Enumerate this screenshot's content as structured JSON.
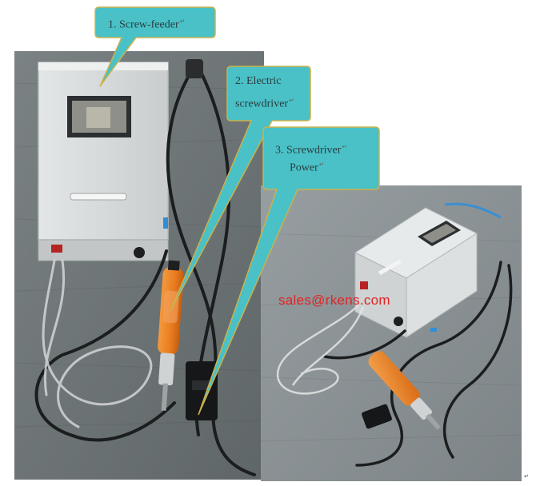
{
  "callouts": {
    "screw_feeder": "1. Screw-feeder",
    "electric_screwdriver_line1": "2.      Electric",
    "electric_screwdriver_line2": "screwdriver",
    "screwdriver_power_line1": "3. Screwdriver",
    "screwdriver_power_line2": "Power"
  },
  "return_mark": "↵",
  "watermark": "sales@rkens.com",
  "colors": {
    "callout_fill": "#49c1c7",
    "callout_border": "#c9b24e",
    "watermark": "#e12424",
    "screwdriver_orange": "#e97b1f",
    "feeder_body": "#d6dadb"
  }
}
